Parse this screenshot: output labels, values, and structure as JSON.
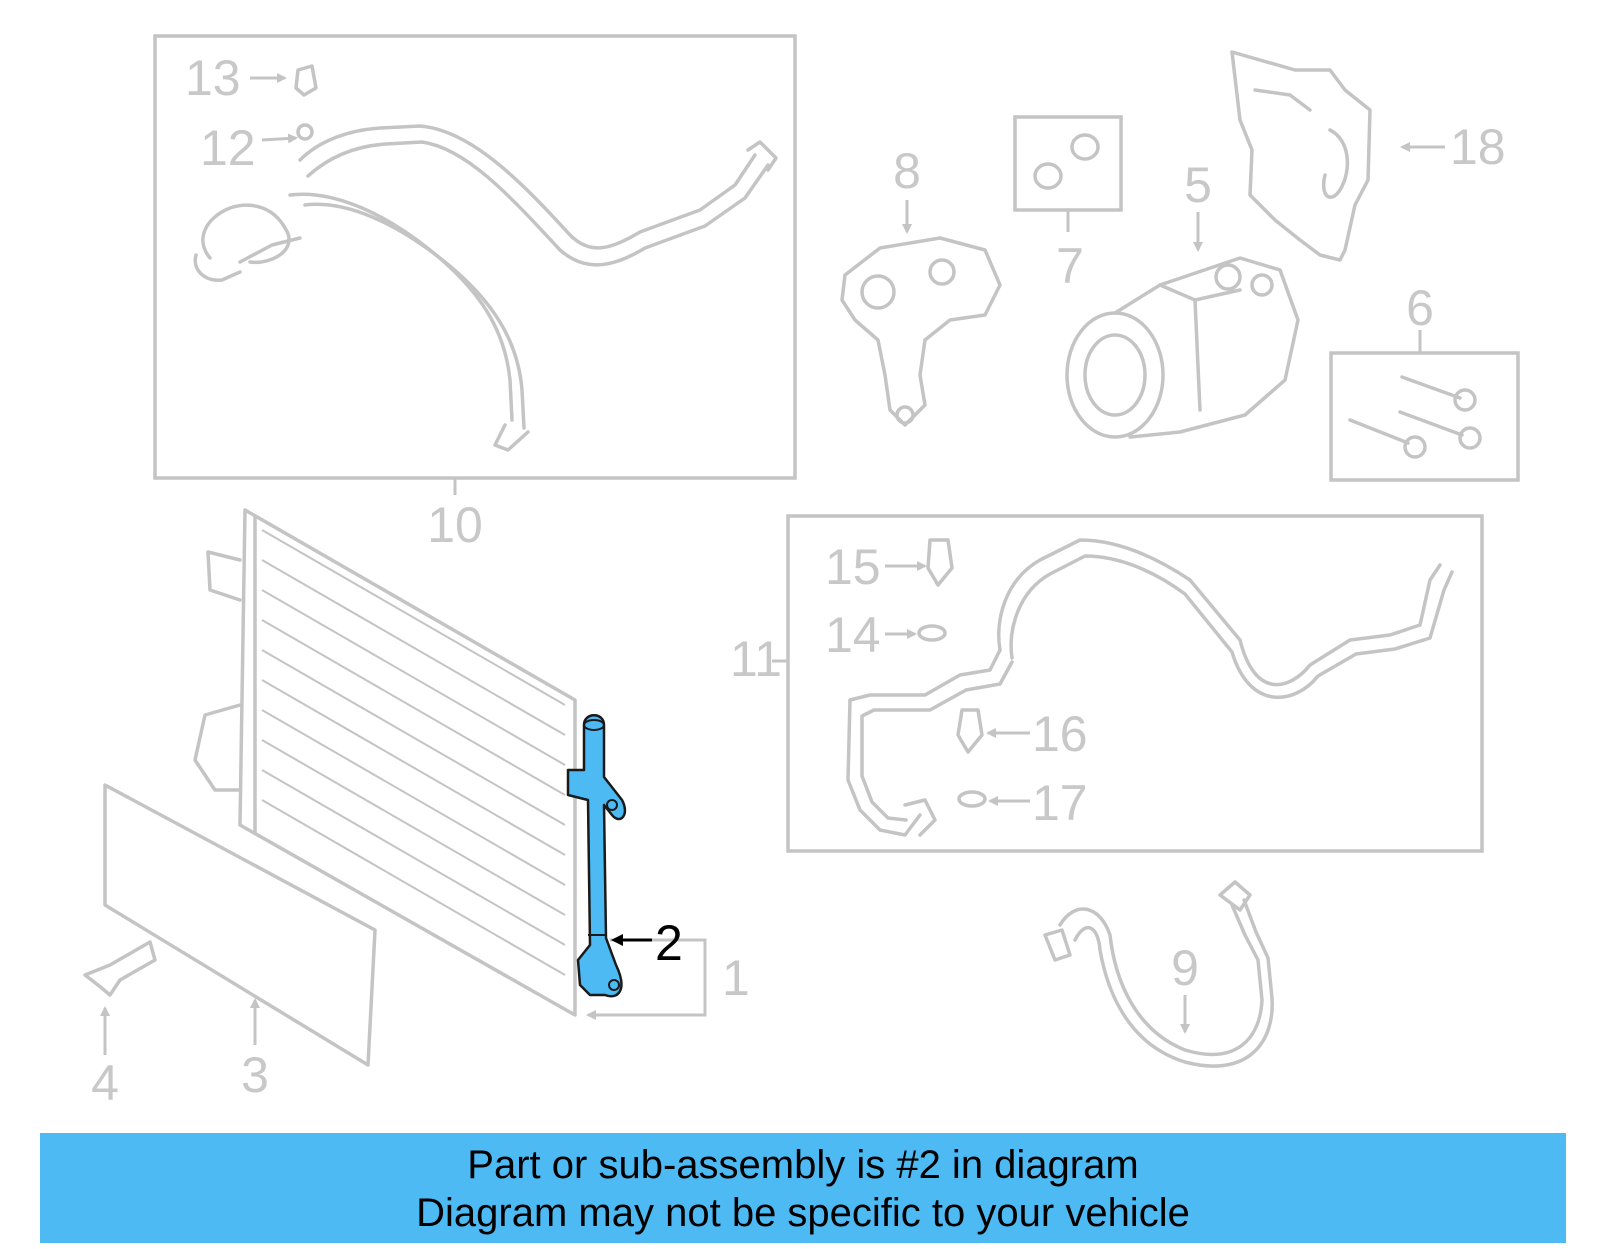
{
  "banner": {
    "line1": "Part or sub-assembly is #2 in diagram",
    "line2": "Diagram may not be specific to your vehicle",
    "background_color": "#4dbaf3"
  },
  "highlight_color": "#4dbaf3",
  "callouts": {
    "c1": "1",
    "c2": "2",
    "c3": "3",
    "c4": "4",
    "c5": "5",
    "c6": "6",
    "c7": "7",
    "c8": "8",
    "c9": "9",
    "c10": "10",
    "c11": "11",
    "c12": "12",
    "c13": "13",
    "c14": "14",
    "c15": "15",
    "c16": "16",
    "c17": "17",
    "c18": "18"
  }
}
